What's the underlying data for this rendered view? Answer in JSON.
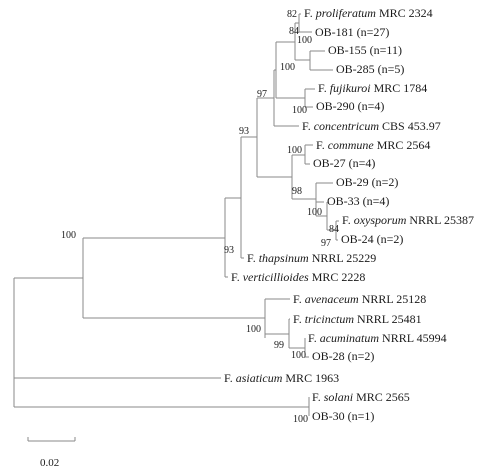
{
  "taxa": {
    "proliferatum": {
      "genus": "F.",
      "species": "proliferatum",
      "rest": "MRC 2324"
    },
    "ob181": {
      "rest": "OB-181 (n=27)"
    },
    "ob155": {
      "rest": "OB-155 (n=11)"
    },
    "ob285": {
      "rest": "OB-285 (n=5)"
    },
    "fujikuroi": {
      "genus": "F.",
      "species": "fujikuroi",
      "rest": "MRC 1784"
    },
    "ob290": {
      "rest": "OB-290 (n=4)"
    },
    "concentricum": {
      "genus": "F.",
      "species": "concentricum",
      "rest": "CBS 453.97"
    },
    "commune": {
      "genus": "F.",
      "species": "commune",
      "rest": "MRC 2564"
    },
    "ob27": {
      "rest": "OB-27 (n=4)"
    },
    "ob29": {
      "rest": "OB-29 (n=2)"
    },
    "ob33": {
      "rest": "OB-33 (n=4)"
    },
    "oxysporum": {
      "genus": "F.",
      "species": "oxysporum",
      "rest": "NRRL 25387"
    },
    "ob24": {
      "rest": "OB-24 (n=2)"
    },
    "thapsinum": {
      "genus": "F.",
      "species": "thapsinum",
      "rest": "NRRL 25229"
    },
    "verticillioides": {
      "genus": "F.",
      "species": "verticillioides",
      "rest": "MRC 2228"
    },
    "avenaceum": {
      "genus": "F.",
      "species": "avenaceum",
      "rest": "NRRL 25128"
    },
    "tricinctum": {
      "genus": "F.",
      "species": "tricinctum",
      "rest": "NRRL 25481"
    },
    "acuminatum": {
      "genus": "F.",
      "species": "acuminatum",
      "rest": "NRRL 45994"
    },
    "ob28": {
      "rest": "OB-28 (n=2)"
    },
    "asiaticum": {
      "genus": "F.",
      "species": "asiaticum",
      "rest": "MRC 1963"
    },
    "solani": {
      "genus": "F.",
      "species": "solani",
      "rest": "MRC 2565"
    },
    "ob30": {
      "rest": "OB-30 (n=1)"
    }
  },
  "support": {
    "s82": "82",
    "s84": "84",
    "s100_ob155": "100",
    "s100_fuji_group": "100",
    "s100_ob290": "100",
    "s97_top": "97",
    "s93_upper": "93",
    "s100_ob27": "100",
    "s100_ob33": "100",
    "s84_oxy": "84",
    "s97_ob24": "97",
    "s98": "98",
    "s93_lower": "93",
    "s100_root": "100",
    "s100_tricinctum": "100",
    "s99": "99",
    "s100_ob28": "100",
    "s100_ob30": "100"
  },
  "scale_bar": {
    "label": "0.02"
  }
}
